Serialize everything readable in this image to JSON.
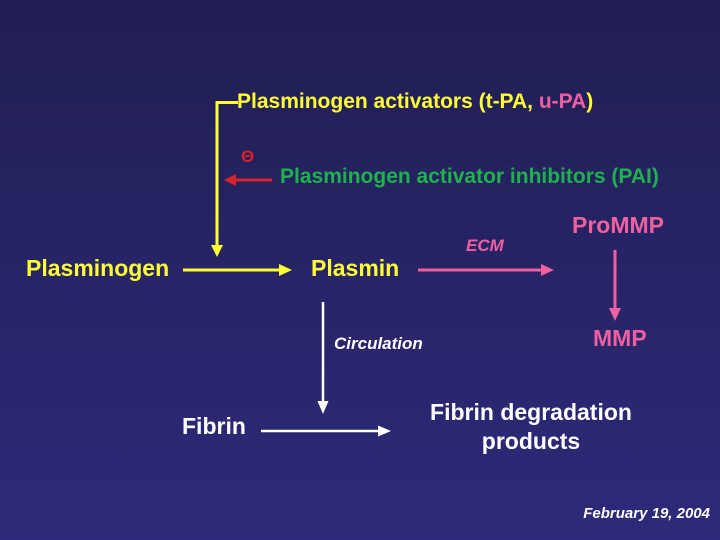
{
  "slide": {
    "title": {
      "prefix": "Plasminogen activators (t-PA, ",
      "highlight": "u-PA",
      "suffix": ")"
    },
    "inhibitor": {
      "symbol": "Θ",
      "label": "Plasminogen activator inhibitors (PAI)"
    },
    "nodes": {
      "plasminogen": "Plasminogen",
      "plasmin": "Plasmin",
      "prommp": "ProMMP",
      "mmp": "MMP",
      "fibrin": "Fibrin",
      "fibrin_degradation_products": "Fibrin degradation products"
    },
    "edge_labels": {
      "ecm": "ECM",
      "circulation": "Circulation"
    },
    "date": "February 19, 2004",
    "colors": {
      "background_top": "#201E52",
      "background_bottom": "#2E2A7B",
      "yellow": "#FFFF33",
      "pink": "#EE60A0",
      "green": "#1FB14C",
      "red": "#D8232A",
      "white": "#FFFFFF"
    }
  }
}
